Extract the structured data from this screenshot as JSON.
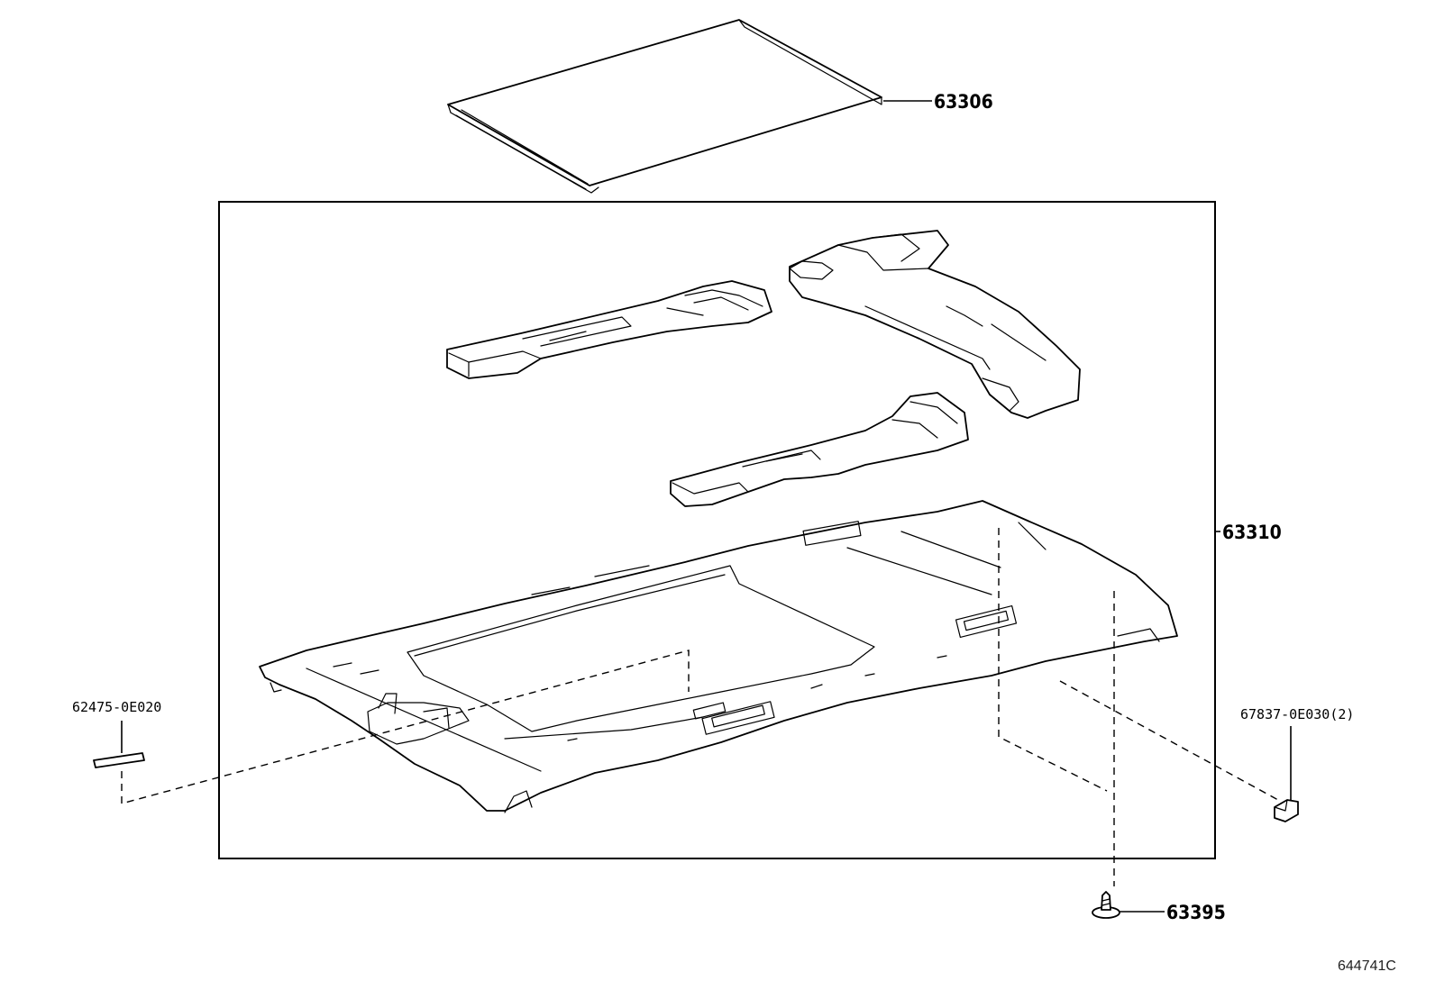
{
  "diagram": {
    "part_labels": {
      "p63306": "63306",
      "p63310": "63310",
      "p62475": "62475-0E020",
      "p67837": "67837-0E030(2)",
      "p63395": "63395"
    },
    "illustration_code": "644741C"
  }
}
